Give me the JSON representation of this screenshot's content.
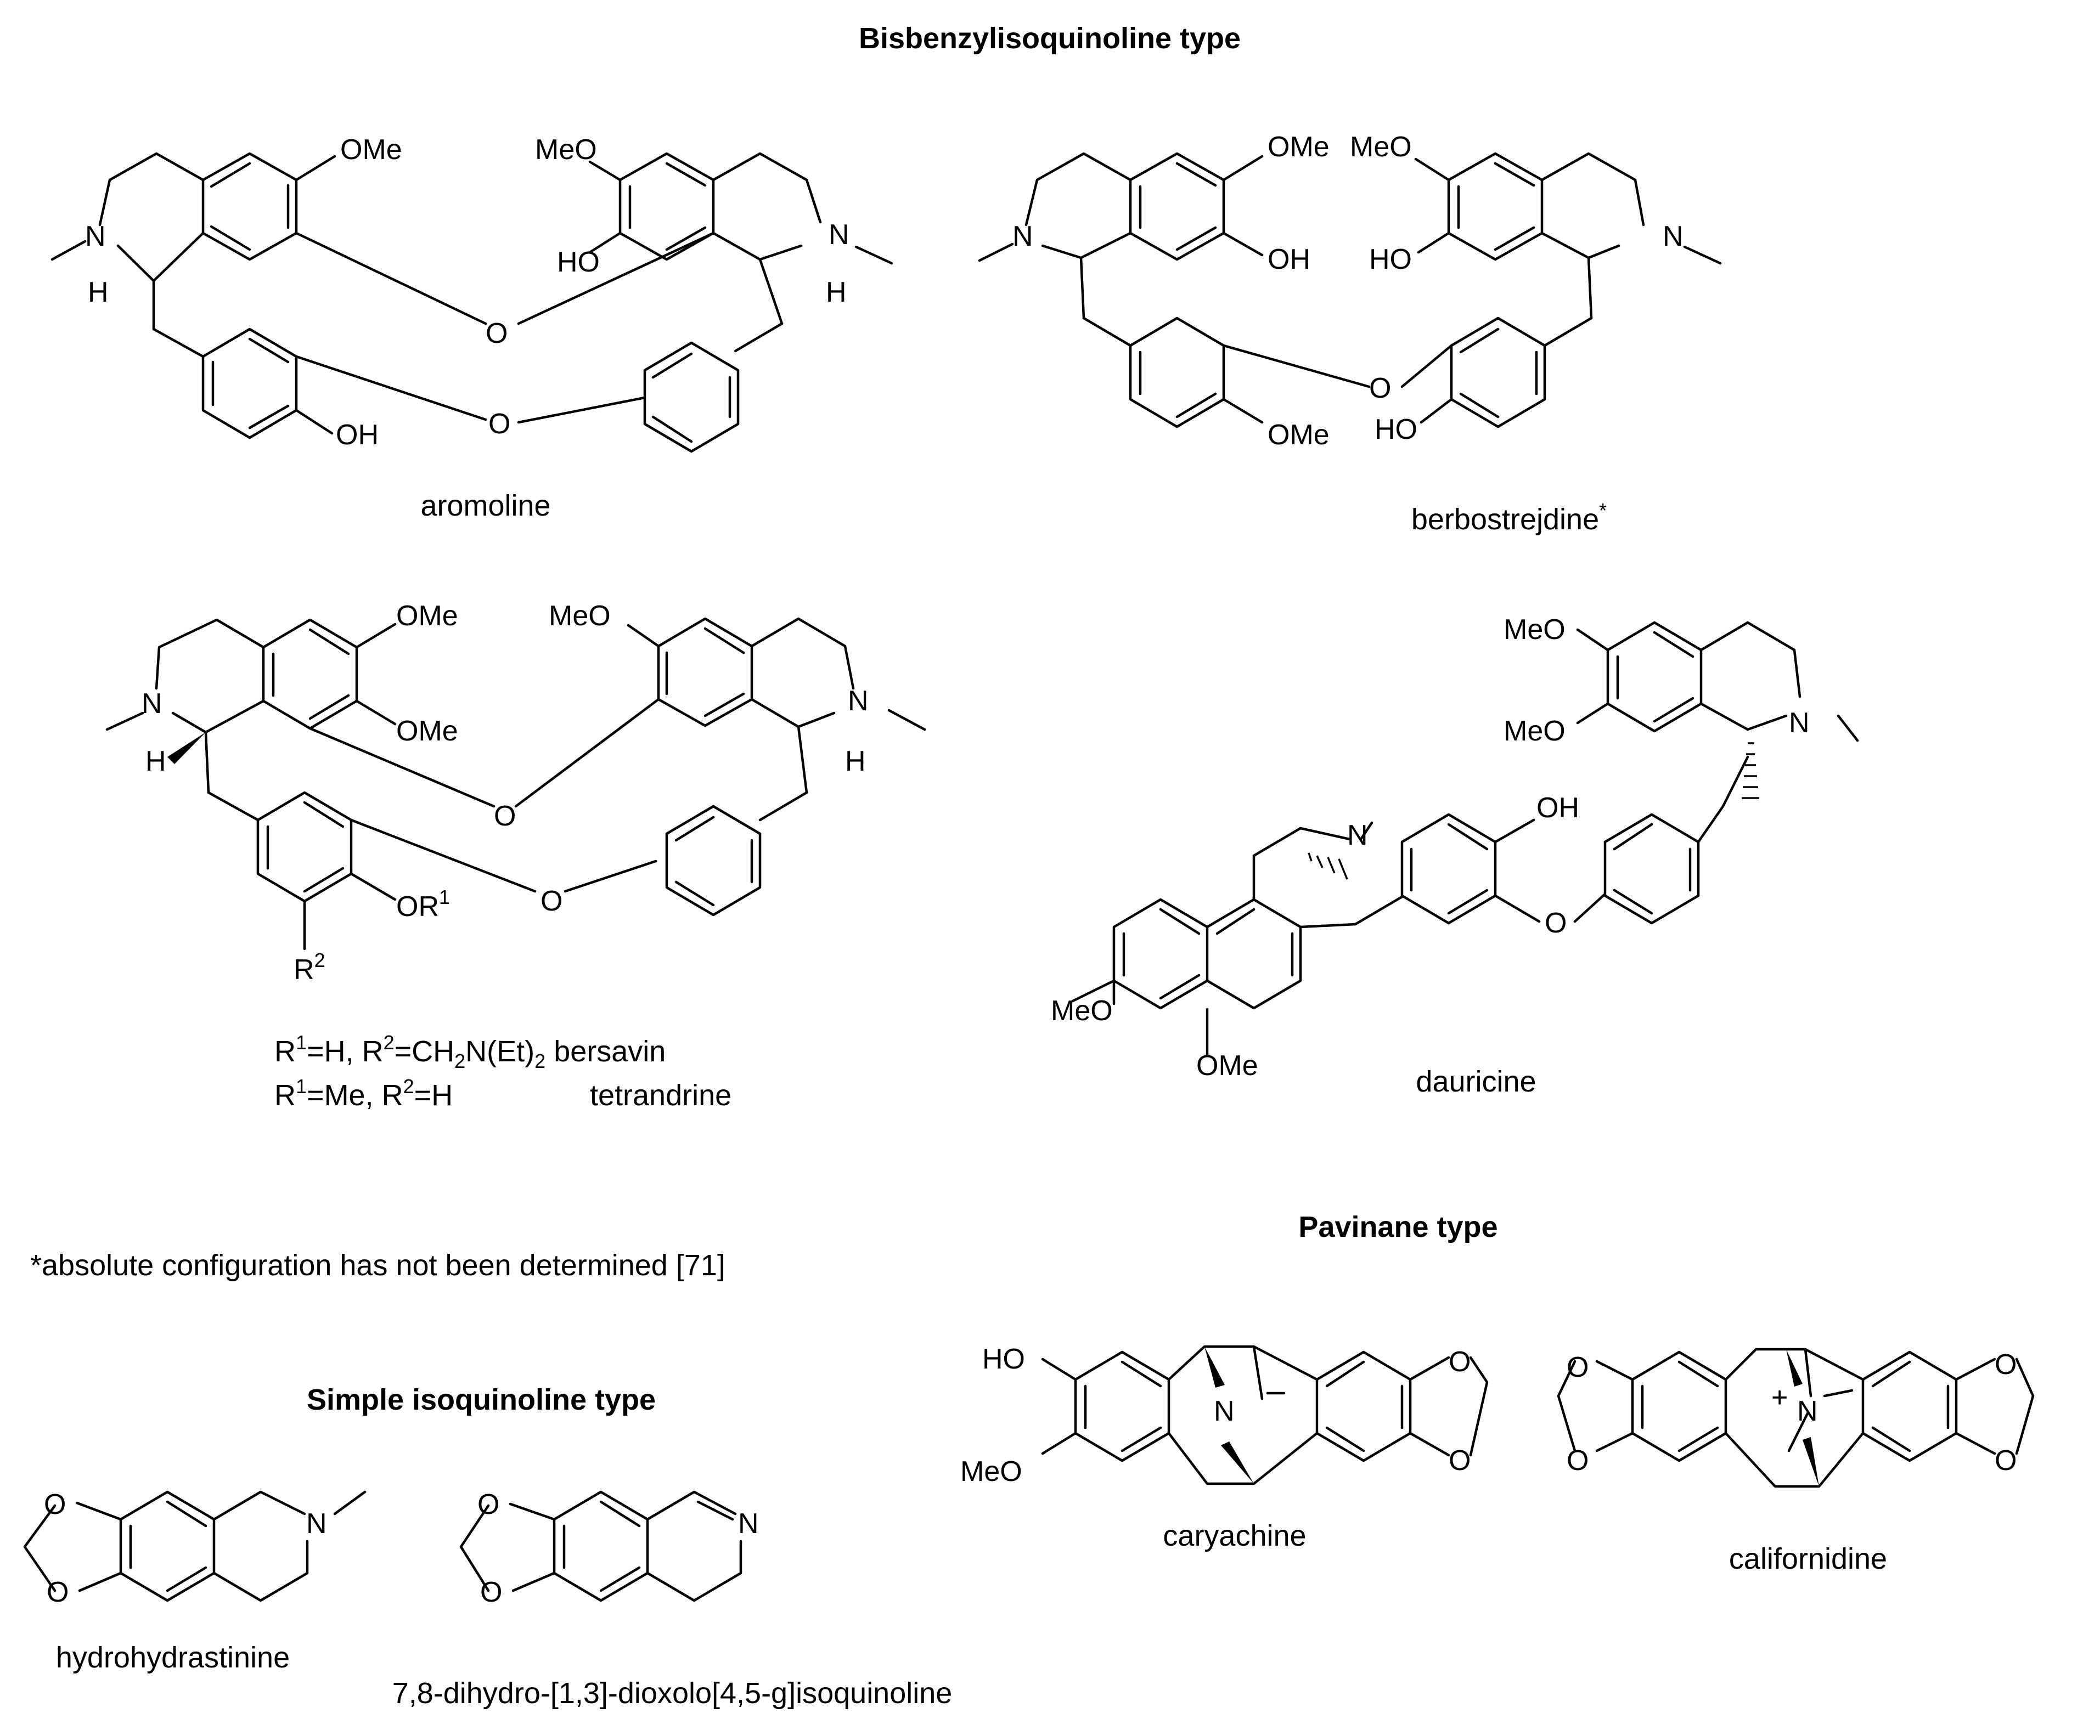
{
  "figure": {
    "sections": {
      "bisbenzyl": "Bisbenzylisoquinoline type",
      "pavinane": "Pavinane type",
      "simple": "Simple isoquinoline type"
    },
    "footnote": "*absolute configuration has not been determined [71]",
    "compounds": {
      "aromoline": "aromoline",
      "berbostrejdine": "berbostrejdine",
      "berbostrejdine_mark": "*",
      "bersavin": "bersavin",
      "tetrandrine": "tetrandrine",
      "dauricine": "dauricine",
      "caryachine": "caryachine",
      "californidine": "californidine",
      "hydrohydrastinine": "hydrohydrastinine",
      "dioxoloisoquinoline": "7,8-dihydro-[1,3]-dioxolo[4,5-g]isoquinoline"
    },
    "substituents": {
      "bersavin_r1": "=H, R",
      "bersavin_r2": "=CH",
      "bersavin_rest": "N(Et)",
      "tetrandrine_r1": "=Me, R",
      "tetrandrine_r2": "=H",
      "R": "R",
      "one": "1",
      "two": "2"
    },
    "atoms": {
      "N": "N",
      "O": "O",
      "H": "H",
      "OMe": "OMe",
      "MeO": "MeO",
      "OH": "OH",
      "HO": "HO",
      "OR": "OR",
      "plus": "+"
    }
  }
}
